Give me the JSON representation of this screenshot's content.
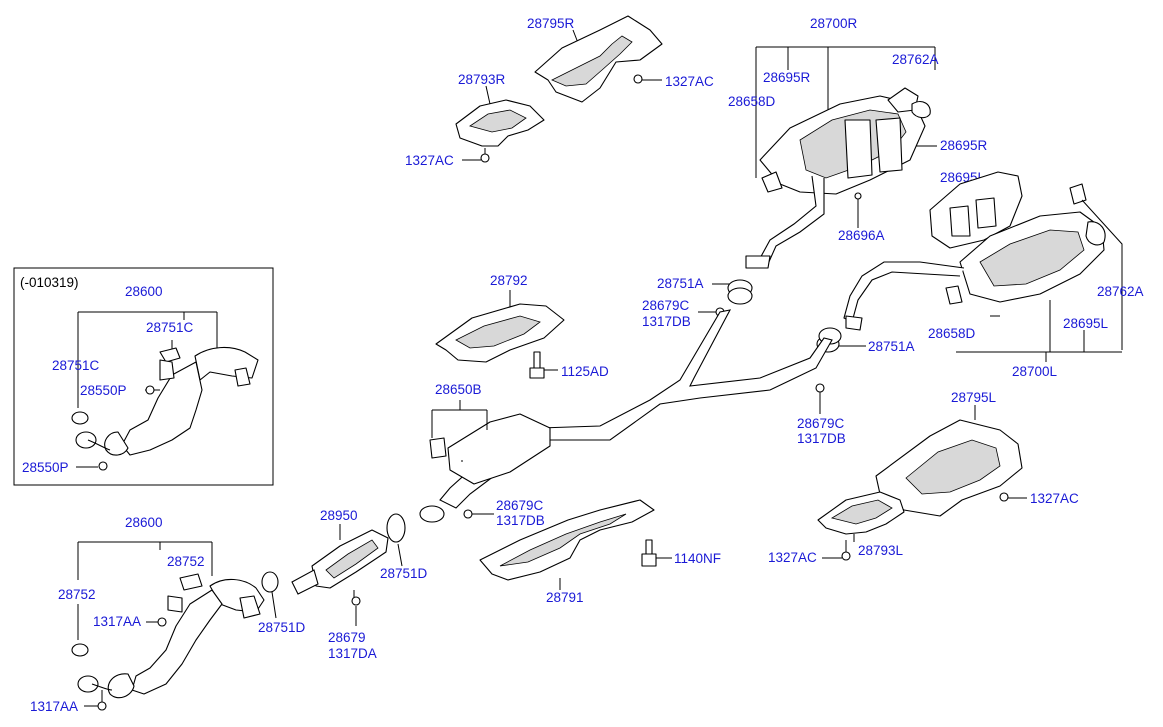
{
  "inset": {
    "caption": "(-010319)",
    "labels": {
      "assy": "28600",
      "gasket_top": "28751C",
      "gasket_left": "28751C",
      "nut_upper": "28550P",
      "nut_lower": "28550P"
    }
  },
  "labels": {
    "heat_shield_rh_front": "28795R",
    "heat_shield_rh_rear": "28793R",
    "nut_rh_front": "1327AC",
    "nut_rh_rear": "1327AC",
    "muffler_rh_assy": "28700R",
    "muffler_rh_hanger_a": "28695R",
    "muffler_rh_hanger_b": "28695R",
    "muffler_rh_rubber": "28658D",
    "muffler_rh_clamp": "28762A",
    "muffler_rh_bolt": "28696A",
    "muffler_lh_hanger": "28695L",
    "muffler_lh_clamp": "28762A",
    "muffler_lh_rubber": "28658D",
    "muffler_lh_hanger_b": "28695L",
    "muffler_lh_assy": "28700L",
    "gasket_rh_upper": "28751A",
    "nut_rh_upper_a": "28679C",
    "nut_rh_upper_b": "1317DB",
    "gasket_lh_upper": "28751A",
    "nut_lh_upper_a": "28679C",
    "nut_lh_upper_b": "1317DB",
    "center_shield": "28792",
    "center_bolt": "1125AD",
    "center_muffler": "28650B",
    "center_nut_a": "28679C",
    "center_nut_b": "1317DB",
    "heat_shield_lh_front": "28795L",
    "heat_shield_lh_rear": "28793L",
    "nut_lh_front": "1327AC",
    "nut_lh_rear": "1327AC",
    "front_shield": "28791",
    "front_bolt": "1140NF",
    "converter": "28950",
    "conv_gasket_rear": "28751D",
    "conv_gasket_front": "28751D",
    "conv_nut_a": "28679",
    "conv_nut_b": "1317DA",
    "manifold_assy": "28600",
    "manifold_gasket_top": "28752",
    "manifold_gasket_left": "28752",
    "manifold_nut_mid": "1317AA",
    "manifold_nut_low": "1317AA"
  }
}
